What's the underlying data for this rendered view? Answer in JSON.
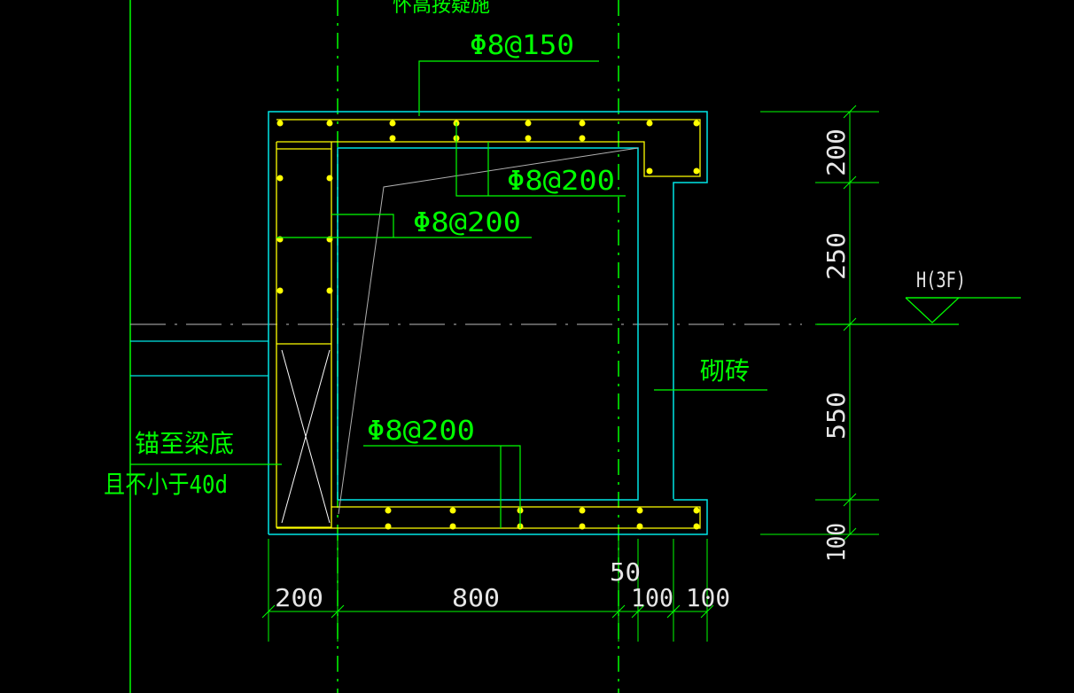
{
  "colors": {
    "background": "#000000",
    "concrete_outline": "#00e5e5",
    "annotation": "#00ff00",
    "rebar": "#ffff00",
    "centerline": "#e6e6e6",
    "dimension_text": "#e6e6e6"
  },
  "annotations": {
    "top_partial": "怀高按疑施",
    "top_rebar": "Φ8@150",
    "inner_top_rebar": "Φ8@200",
    "inner_side_rebar": "Φ8@200",
    "bottom_rebar": "Φ8@200",
    "masonry": "砌砖",
    "anchor_line1": "锚至梁底",
    "anchor_line2": "且不小于40d",
    "level_mark": "H(3F)"
  },
  "dimensions": {
    "horizontal": [
      "200",
      "800",
      "50",
      "100",
      "100"
    ],
    "vertical": [
      "200",
      "250",
      "550",
      "100"
    ]
  }
}
